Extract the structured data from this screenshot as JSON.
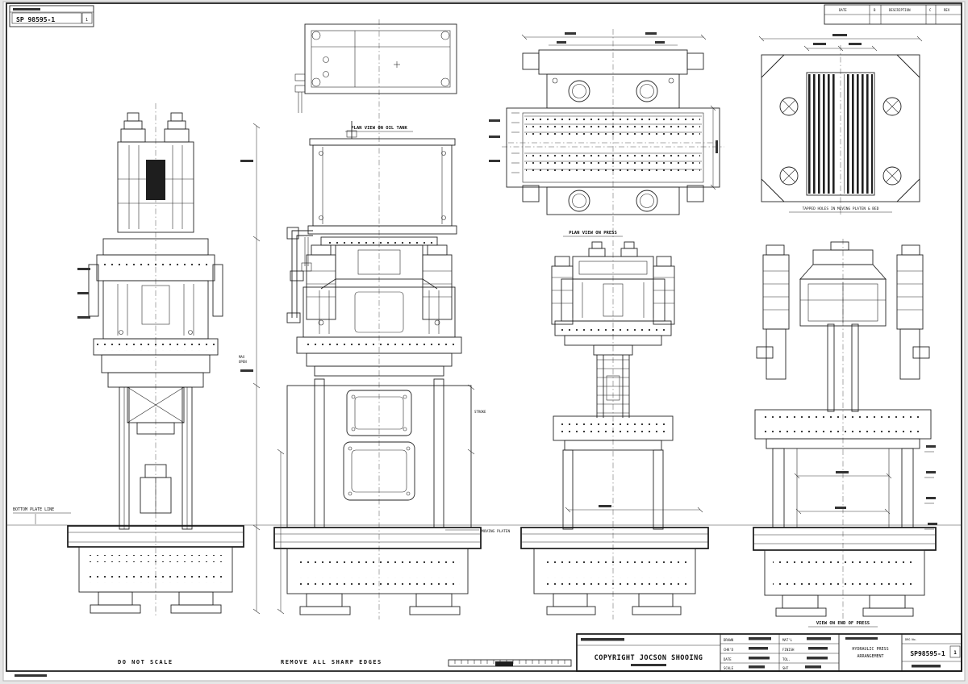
{
  "sheet": {
    "paper_color": "#ffffff",
    "ink_color": "#1e1e1e",
    "margin_color": "#e6e6e6",
    "corner_box": {
      "number": "SP 98595-1",
      "rev": "1"
    },
    "revision_header": {
      "date": "DATE",
      "by": "B",
      "description": "DESCRIPTION",
      "chk": "C",
      "rev": "REV"
    }
  },
  "notes": {
    "do_not_scale": "DO NOT SCALE",
    "remove_edges": "REMOVE ALL SHARP EDGES",
    "bottom_plate_line": "BOTTOM PLATE LINE",
    "moving_platen": "MOVING PLATEN"
  },
  "captions": {
    "tank_plan": "PLAN VIEW ON OIL TANK",
    "press_plan": "PLAN VIEW ON PRESS",
    "platen_pattern": "TAPPED HOLES IN MOVING PLATEN & BED",
    "end_view": "VIEW ON END OF PRESS"
  },
  "dims": {
    "stroke": "STROKE",
    "max": "MAX",
    "open": "OPEN"
  },
  "title_block": {
    "copyright": "COPYRIGHT JOCSON SHOOING",
    "fields": {
      "drawn": "DRAWN",
      "chkd": "CHK'D",
      "date": "DATE",
      "scale": "SCALE",
      "matl": "MAT'L",
      "finish": "FINISH",
      "tol": "TOL.",
      "sht": "SHT"
    },
    "title_line1": "HYDRAULIC PRESS",
    "title_line2": "ARRANGEMENT",
    "drg_label": "DRG No.",
    "drg_no": "SP98595-1",
    "rev": "1"
  }
}
